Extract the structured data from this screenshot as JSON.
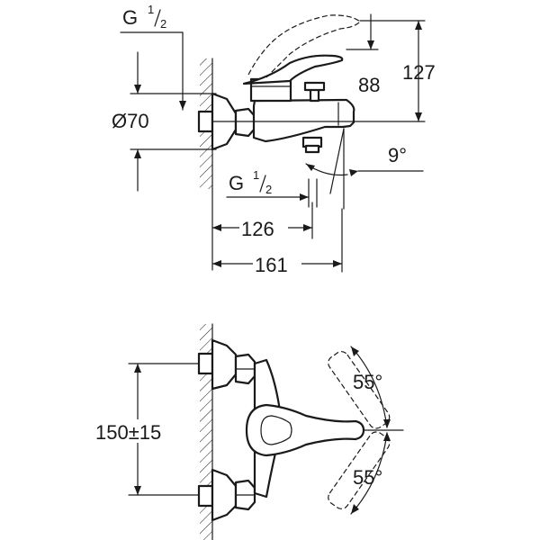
{
  "side_view": {
    "thread_top": {
      "main": "G",
      "num": "1",
      "den": "2"
    },
    "thread_outlet": {
      "main": "G",
      "num": "1",
      "den": "2"
    },
    "dia_label": "Ø70",
    "height_88": "88",
    "height_127": "127",
    "angle_label": "9°",
    "length_126": "126",
    "length_161": "161"
  },
  "front_view": {
    "spacing_label": "150±15",
    "angle_upper": "55°",
    "angle_lower": "55°"
  }
}
